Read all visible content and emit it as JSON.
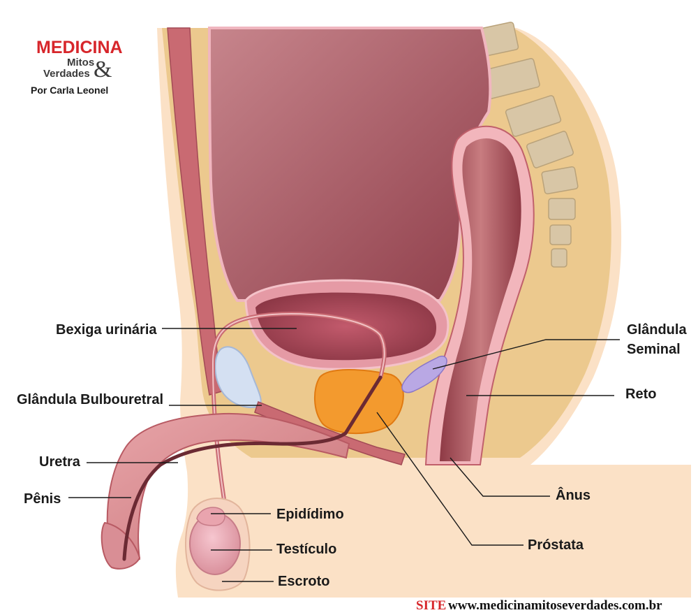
{
  "brand": {
    "name": "MEDICINA",
    "line1": "Mitos",
    "line2": "Verdades",
    "amp": "&",
    "author": "Por Carla Leonel"
  },
  "footer": {
    "site_prefix": "SITE",
    "site_url": "www.medicinamitoseverdades.com.br"
  },
  "labels": {
    "bladder": "Bexiga urinária",
    "bulbourethral": "Glândula Bulbouretral",
    "urethra": "Uretra",
    "penis": "Pênis",
    "epididymis": "Epidídimo",
    "testicle": "Testículo",
    "scrotum": "Escroto",
    "seminal_1": "Glândula",
    "seminal_2": "Seminal",
    "rectum": "Reto",
    "anus": "Ânus",
    "prostate": "Próstata"
  },
  "colors": {
    "brand_red": "#d7262b",
    "skin": "#fbe1c6",
    "fat": "#ecc98e",
    "organ": "#a85560",
    "prostate": "#f39a2e",
    "seminal": "#b9a8e4",
    "bulbourethral": "#d4e0f2"
  }
}
